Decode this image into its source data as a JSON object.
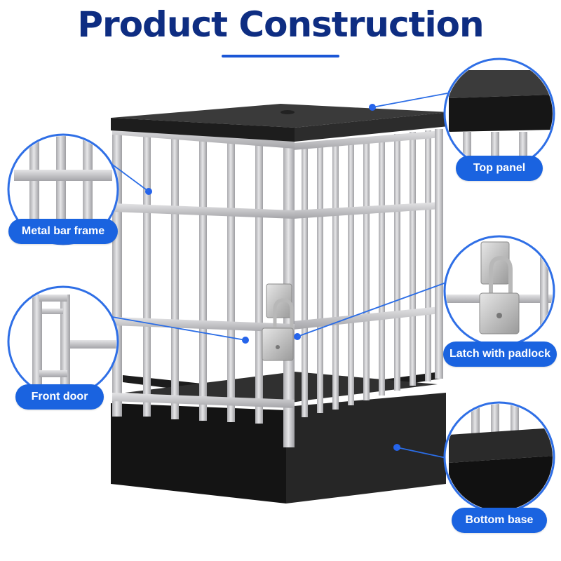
{
  "title": "Product Construction",
  "callouts": {
    "top_panel": "Top panel",
    "metal_bar_frame": "Metal bar frame",
    "latch_with_padlock": "Latch with padlock",
    "front_door": "Front door",
    "bottom_base": "Bottom base"
  },
  "colors": {
    "title": "#0e2d82",
    "accent": "#1a63e0",
    "bars": "#c9c9cc",
    "panel": "#2b2b2b",
    "connector_dot": "#2563eb"
  }
}
